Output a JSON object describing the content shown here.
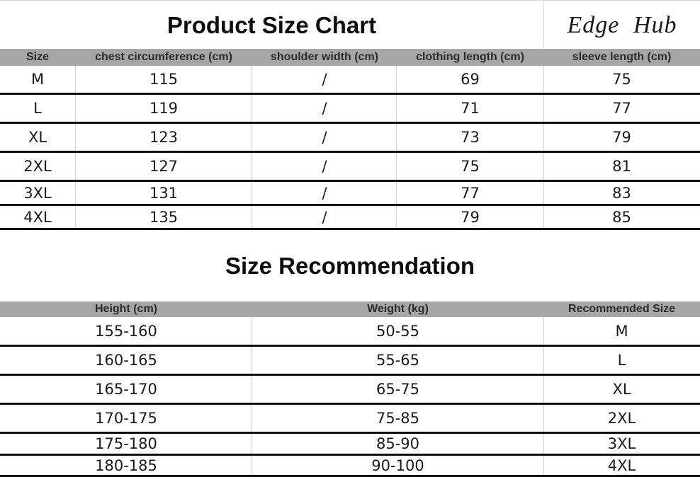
{
  "size_chart": {
    "title": "Product Size Chart",
    "brand": "Edge  Hub",
    "headers": [
      "Size",
      "chest circumference (cm)",
      "shoulder width (cm)",
      "clothing length (cm)",
      "sleeve length (cm)"
    ],
    "rows": [
      [
        "M",
        "115",
        "/",
        "69",
        "75"
      ],
      [
        "L",
        "119",
        "/",
        "71",
        "77"
      ],
      [
        "XL",
        "123",
        "/",
        "73",
        "79"
      ],
      [
        "2XL",
        "127",
        "/",
        "75",
        "81"
      ],
      [
        "3XL",
        "131",
        "/",
        "77",
        "83"
      ],
      [
        "4XL",
        "135",
        "/",
        "79",
        "85"
      ]
    ]
  },
  "recommendation": {
    "title": "Size Recommendation",
    "headers": [
      "Height (cm)",
      "Weight (kg)",
      "Recommended Size"
    ],
    "rows": [
      [
        "155-160",
        "50-55",
        "M"
      ],
      [
        "160-165",
        "55-65",
        "L"
      ],
      [
        "165-170",
        "65-75",
        "XL"
      ],
      [
        "170-175",
        "75-85",
        "2XL"
      ],
      [
        "175-180",
        "85-90",
        "3XL"
      ],
      [
        "180-185",
        "90-100",
        "4XL"
      ]
    ]
  },
  "colors": {
    "header_bg": "#a6a6a6",
    "row_border": "#111111",
    "text": "#1a1a1a"
  }
}
